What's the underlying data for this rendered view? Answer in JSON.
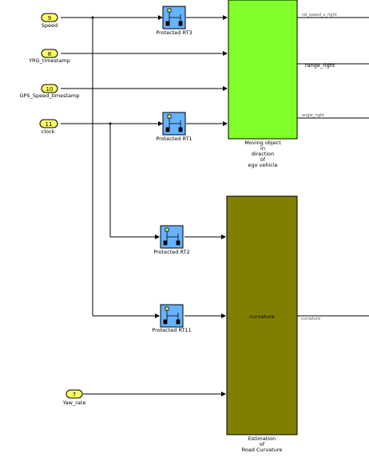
{
  "colors": {
    "inport_fill": "#ffff66",
    "rt_fill": "#66b3ff",
    "moving_block_fill": "#80ff2a",
    "road_block_fill": "#808000",
    "line": "#000000"
  },
  "inports": [
    {
      "num": "9",
      "label": "Speed"
    },
    {
      "num": "8",
      "label": "YRG_timestamp"
    },
    {
      "num": "10",
      "label": "GPS_Speed_timestamp"
    },
    {
      "num": "11",
      "label": "clock"
    },
    {
      "num": "7",
      "label": "Yaw_rate"
    }
  ],
  "rate_transitions": [
    {
      "label": "Protected RT3"
    },
    {
      "label": "Protected RT1"
    },
    {
      "label": "Protected RT2"
    },
    {
      "label": "Protected RT11"
    }
  ],
  "moving_block": {
    "caption_lines": [
      "Moving object",
      "in",
      "direction",
      "of",
      "ego vehicle"
    ],
    "outputs": [
      "rel_speed_x_right",
      "range_right",
      "angle_right"
    ]
  },
  "road_block": {
    "inner_label": "curvature",
    "caption_lines": [
      "Estimation",
      "of",
      "Road Curvature"
    ],
    "outputs": [
      "curvature"
    ]
  }
}
